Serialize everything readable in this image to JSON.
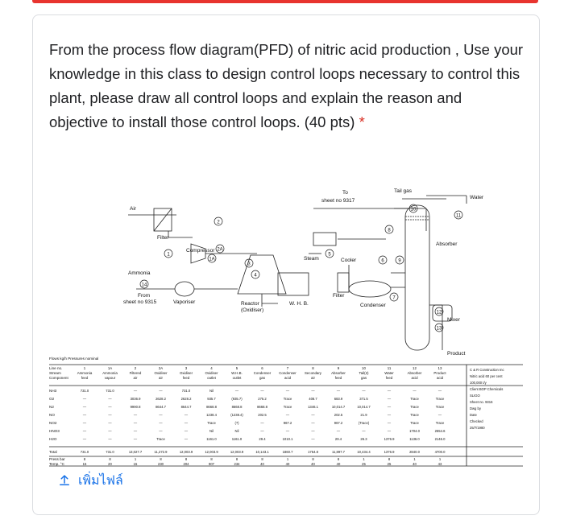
{
  "question": {
    "text": "From the process flow diagram(PFD) of nitric acid production , Use your knowledge in this class to design control loops necessary to control this plant, please draw all control loops and explain the reason and objective to install those control loops. (40 pts)",
    "required_mark": "*"
  },
  "diagram": {
    "to_sheet": "To",
    "to_sheet2": "sheet no 9317",
    "tail_gas": "Tail gas",
    "water": "Water",
    "air": "Air",
    "filter": "Filter",
    "compressor": "Compressor",
    "ammonia": "Ammonia",
    "from": "From",
    "from_sheet": "sheet no 9315",
    "vaporiser": "Vaporiser",
    "reactor": "Reactor",
    "reactor_sub": "(Oxidiser)",
    "steam": "Steam",
    "cooler": "Cooler",
    "filter2": "Filter",
    "whb": "W. H. B.",
    "condenser": "Condenser",
    "absorber": "Absorber",
    "mixer": "Mixer",
    "product": "Product",
    "nodes": [
      "1",
      "1A",
      "2",
      "2A",
      "3",
      "4",
      "5",
      "6",
      "7",
      "8",
      "9",
      "10",
      "11",
      "12",
      "13",
      "14"
    ],
    "table_title": "Flows kg/h  Pressures nominal",
    "line_no_label": "Line no.",
    "stream_label": "Stream",
    "component_label": "Component",
    "headers": [
      {
        "no": "1",
        "l1": "Ammonia",
        "l2": "feed"
      },
      {
        "no": "1A",
        "l1": "Ammonia",
        "l2": "vapour"
      },
      {
        "no": "2",
        "l1": "Filtered",
        "l2": "air"
      },
      {
        "no": "2A",
        "l1": "Oxidiser",
        "l2": "air"
      },
      {
        "no": "3",
        "l1": "Oxidiser",
        "l2": "feed"
      },
      {
        "no": "4",
        "l1": "Oxidiser",
        "l2": "outlet"
      },
      {
        "no": "5",
        "l1": "W.H.B.",
        "l2": "outlet"
      },
      {
        "no": "6",
        "l1": "Condenser",
        "l2": "gas"
      },
      {
        "no": "7",
        "l1": "Condenser",
        "l2": "acid"
      },
      {
        "no": "8",
        "l1": "Secondary",
        "l2": "air"
      },
      {
        "no": "9",
        "l1": "Absorber",
        "l2": "feed"
      },
      {
        "no": "10",
        "l1": "Tail(2)",
        "l2": "gas"
      },
      {
        "no": "11",
        "l1": "Water",
        "l2": "feed"
      },
      {
        "no": "12",
        "l1": "Absorber",
        "l2": "acid"
      },
      {
        "no": "13",
        "l1": "Product",
        "l2": "acid"
      }
    ],
    "components": [
      "NH3",
      "O2",
      "N2",
      "NO",
      "NO2",
      "HNO3",
      "H2O"
    ],
    "rows": [
      [
        "731.0",
        "731.0",
        "",
        "",
        "731.0",
        "Nil",
        "",
        "",
        "",
        "",
        "",
        "",
        "",
        "",
        ""
      ],
      [
        "",
        "",
        "3036.9",
        "2628.2",
        "2628.2",
        "935.7",
        "(935.7)",
        "275.2",
        "Trace",
        "408.7",
        "683.9",
        "371.5",
        "",
        "Trace",
        "Trace"
      ],
      [
        "",
        "",
        "9990.8",
        "8644.7",
        "8644.7",
        "8668.8",
        "8668.8",
        "8668.8",
        "Trace",
        "1346.1",
        "10,014.7",
        "10,014.7",
        "",
        "Trace",
        "Trace"
      ],
      [
        "",
        "",
        "",
        "",
        "",
        "1238.4",
        "(1238.4)",
        "202.5",
        "",
        "",
        "202.5",
        "21.9",
        "",
        "Trace",
        ""
      ],
      [
        "",
        "",
        "",
        "",
        "",
        "Trace",
        "(?)",
        "",
        "967.2",
        "",
        "967.2",
        "(Trace)",
        "",
        "Trace",
        "Trace"
      ],
      [
        "",
        "",
        "",
        "",
        "",
        "Nil",
        "Nil",
        "",
        "",
        "",
        "",
        "",
        "",
        "1704.0",
        "2554.6"
      ],
      [
        "",
        "",
        "",
        "Trace",
        "",
        "1161.0",
        "1161.0",
        "29.4",
        "1010.1",
        "",
        "29.4",
        "26.3",
        "1376.9",
        "1136.0",
        "2146.0"
      ]
    ],
    "total_label": "Total",
    "totals": [
      "731.0",
      "731.0",
      "13,027.7",
      "11,272.9",
      "12,003.9",
      "12,003.9",
      "12,003.9",
      "10,143.1",
      "1860.7",
      "1754.8",
      "11,897.7",
      "10,434.4",
      "1376.9",
      "2840.0",
      "4700.0"
    ],
    "press_label": "Press bar",
    "temp_label": "Temp. °C",
    "pressures": [
      "8",
      "8",
      "1",
      "8",
      "8",
      "8",
      "8",
      "8",
      "1",
      "8",
      "8",
      "1",
      "8",
      "1",
      "1"
    ],
    "temps": [
      "15",
      "20",
      "15",
      "230",
      "204",
      "907",
      "234",
      "40",
      "40",
      "40",
      "40",
      "25",
      "25",
      "40",
      "43"
    ],
    "side_notes": [
      "C & R Construction Inc",
      "Nitric acid 60 per cent",
      "100,000 t/y",
      "Client BOP Chemicals",
      "SLIGO",
      "Sheet no. 9316",
      "Dwg by",
      "Date",
      "Checked",
      "25/7/1980"
    ]
  },
  "upload": {
    "label": "เพิ่มไฟล์"
  }
}
